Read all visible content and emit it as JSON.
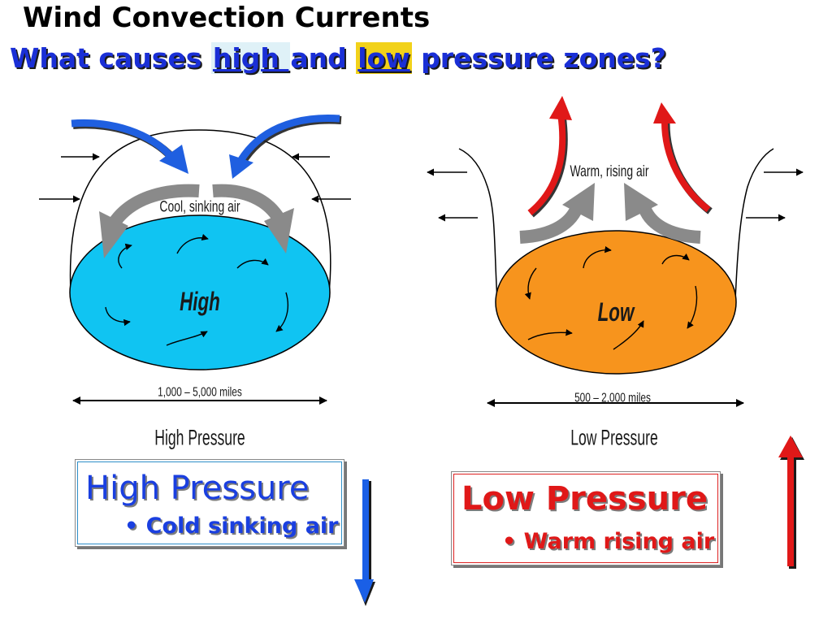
{
  "slide": {
    "title": "Wind Convection Currents",
    "question": {
      "part1": "What causes ",
      "kw_high": "high ",
      "part2": "and ",
      "kw_low": "low",
      "part3": " pressure zones?"
    }
  },
  "high_panel": {
    "center_label": "High",
    "air_label": "Cool, sinking air",
    "width_label": "1,000 – 5,000 miles",
    "caption": "High Pressure",
    "cell_color": "#10c4f2",
    "arrow_color": "#1f5fe0"
  },
  "low_panel": {
    "center_label": "Low",
    "air_label": "Warm, rising air",
    "width_label": "500 – 2,000 miles",
    "caption": "Low Pressure",
    "cell_color": "#f7941d",
    "arrow_color": "#e01818"
  },
  "high_box": {
    "title": "High Pressure",
    "bullet": "• Cold sinking air",
    "direction": "down",
    "arrow_color": "#1a5fe6"
  },
  "low_box": {
    "title": "Low Pressure",
    "bullet": "• Warm rising air",
    "direction": "up",
    "arrow_color": "#e01818"
  }
}
